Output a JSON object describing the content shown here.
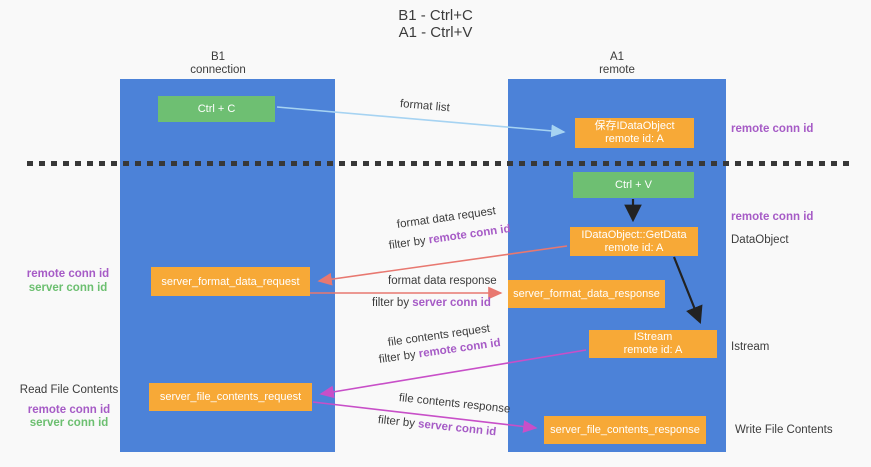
{
  "title": {
    "line1": "B1 - Ctrl+C",
    "line2": "A1 - Ctrl+V"
  },
  "columns": {
    "left": {
      "name": "B1",
      "role": "connection"
    },
    "right": {
      "name": "A1",
      "role": "remote"
    }
  },
  "boxes": {
    "ctrl_c": "Ctrl + C",
    "ctrl_v": "Ctrl + V",
    "save_idataobject": {
      "line1": "保存IDataObject",
      "line2": "remote id: A"
    },
    "getdata": {
      "line1": "IDataObject::GetData",
      "line2": "remote id: A"
    },
    "istream": {
      "line1": "IStream",
      "line2": "remote id: A"
    },
    "server_format_data_request": "server_format_data_request",
    "server_format_data_response": "server_format_data_response",
    "server_file_contents_request": "server_file_contents_request",
    "server_file_contents_response": "server_file_contents_response"
  },
  "messages": {
    "format_list": {
      "label": "format list"
    },
    "format_data_request": {
      "label": "format data request",
      "filter_prefix": "filter by ",
      "filter_key": "remote conn id"
    },
    "format_data_response": {
      "label": "format data response",
      "filter_prefix": "filter by ",
      "filter_key": "server conn id"
    },
    "file_contents_request": {
      "label": "file contents request",
      "filter_prefix": "filter by ",
      "filter_key": "remote conn id"
    },
    "file_contents_response": {
      "label": "file contents response",
      "filter_prefix": "filter by ",
      "filter_key": "server conn id"
    }
  },
  "left_annotations": {
    "format_remote": "remote conn id",
    "format_server": "server conn id",
    "read_file": "Read File Contents",
    "file_remote": "remote conn id",
    "file_server": "server conn id"
  },
  "right_annotations": {
    "top_remote_conn_id": "remote conn id",
    "mid_remote_conn_id": "remote conn id",
    "dataobject": "DataObject",
    "istream": "Istream",
    "write_file": "Write File Contents"
  },
  "colors": {
    "lane_blue": "#4c82d8",
    "box_green": "#6ebf72",
    "box_orange": "#f7a937",
    "purple_text": "#a65bc6",
    "green_text": "#6cbf70",
    "arrow_red": "#e87870",
    "arrow_magenta": "#c84fc8",
    "arrow_lightblue": "#a6d3f2",
    "ink": "#3c3c3c"
  }
}
